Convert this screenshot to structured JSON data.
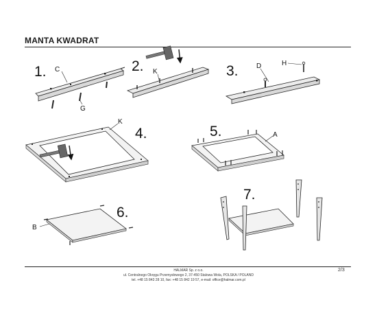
{
  "title": "MANTA KWADRAT",
  "steps": {
    "s1": "1.",
    "s2": "2.",
    "s3": "3.",
    "s4": "4.",
    "s5": "5.",
    "s6": "6.",
    "s7": "7."
  },
  "parts": {
    "c": "C",
    "g": "G",
    "k2": "K",
    "d": "D",
    "h": "H",
    "k4": "K",
    "a": "A",
    "b": "B"
  },
  "footer": {
    "company": "HALMAR Sp. z o.o.",
    "address": "ul. Centralnego Okręgu Przemysłowego 2, 37-450 Stalowa Wola, POLSKA / POLAND",
    "contact": "tel. +48 15 843 28 10, fax: +48 15 842 19 57, e-mail: office@halmar.com.pl",
    "page": "2/3"
  },
  "icons": [
    "hammer-icon",
    "arrow-down-icon"
  ]
}
